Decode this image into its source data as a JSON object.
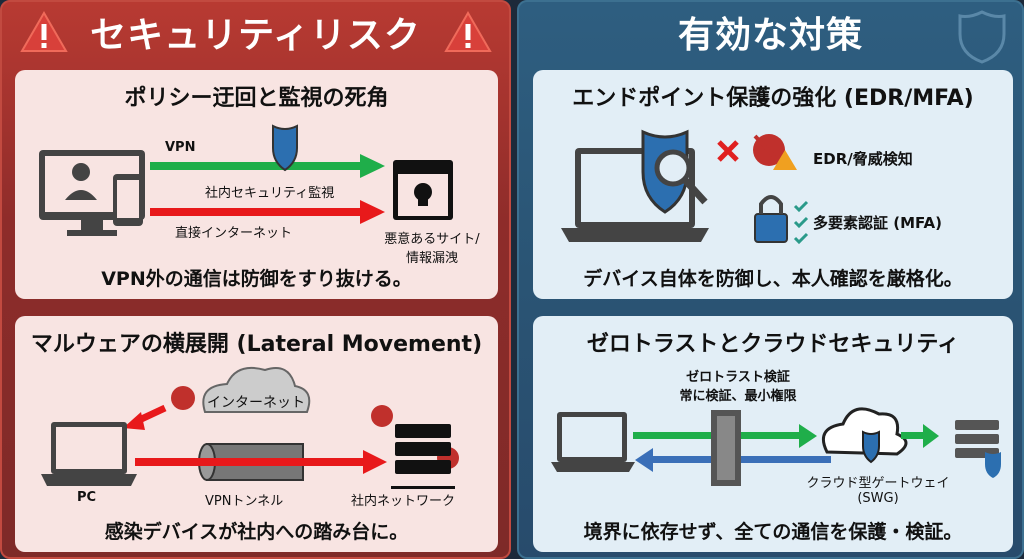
{
  "left": {
    "title": "セキュリティリスク",
    "card1": {
      "title": "ポリシー迂回と監視の死角",
      "vpn": "VPN",
      "monitor": "社内セキュリティ監視",
      "direct": "直接インターネット",
      "target": "悪意あるサイト/",
      "target2": "情報漏洩",
      "footer": "VPN外の通信は防御をすり抜ける。"
    },
    "card2": {
      "title": "マルウェアの横展開 (Lateral Movement)",
      "internet": "インターネット",
      "pc": "PC",
      "tunnel": "VPNトンネル",
      "network": "社内ネットワーク",
      "footer": "感染デバイスが社内への踏み台に。"
    }
  },
  "right": {
    "title": "有効な対策",
    "card1": {
      "title": "エンドポイント保護の強化 (EDR/MFA)",
      "edr": "EDR/脅威検知",
      "mfa": "多要素認証 (MFA)",
      "footer": "デバイス自体を防御し、本人確認を厳格化。"
    },
    "card2": {
      "title": "ゼロトラストとクラウドセキュリティ",
      "zt": "ゼロトラスト検証",
      "zt2": "常に検証、最小権限",
      "swg": "クラウド型ゲートウェイ",
      "swg2": "(SWG)",
      "footer": "境界に依存せず、全ての通信を保護・検証。"
    }
  },
  "colors": {
    "green": "#1fae4a",
    "red": "#e8191b",
    "blue": "#3a6fb8",
    "shield": "#2c6fb0"
  }
}
